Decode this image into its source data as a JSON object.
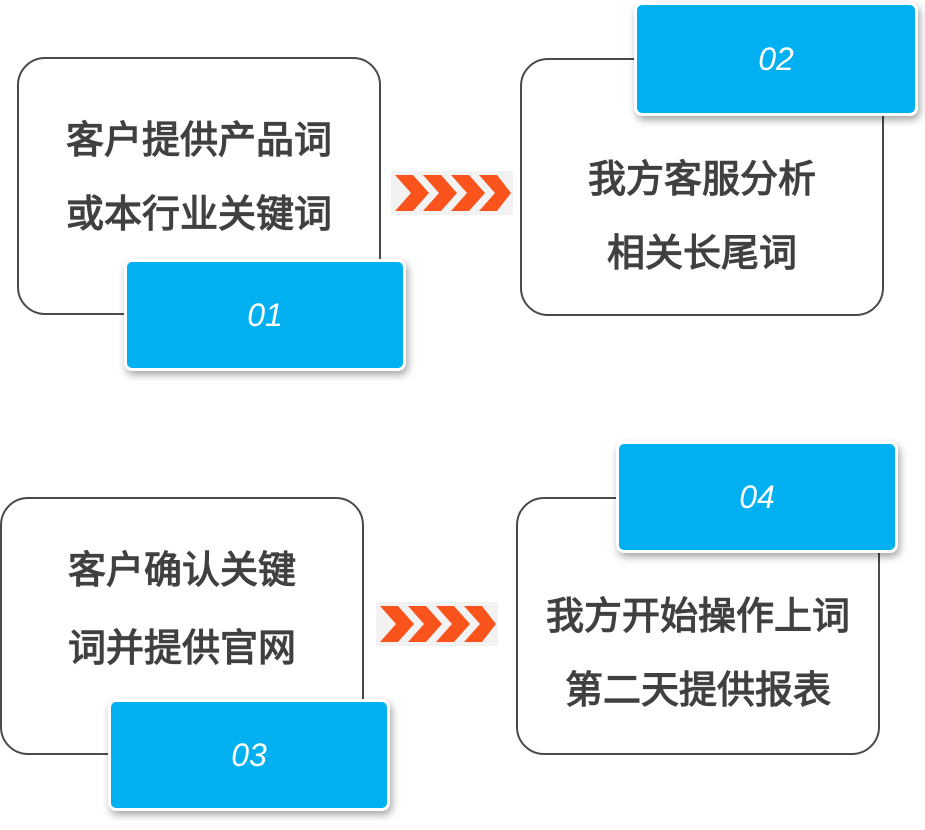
{
  "steps": [
    {
      "number": "01",
      "line1": "客户提供产品词",
      "line2": "或本行业关键词"
    },
    {
      "number": "02",
      "line1": "我方客服分析",
      "line2": "相关长尾词"
    },
    {
      "number": "03",
      "line1": "客户确认关键",
      "line2": "词并提供官网"
    },
    {
      "number": "04",
      "line1": "我方开始操作上词",
      "line2": "第二天提供报表"
    }
  ],
  "colors": {
    "tab": "#00b0f0",
    "arrow": "#fa541c",
    "text": "#404040",
    "border": "#4a4a4a"
  }
}
